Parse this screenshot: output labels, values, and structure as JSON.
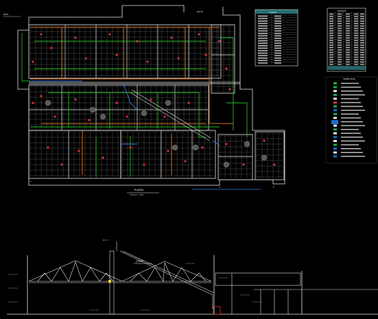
{
  "colors": {
    "background": "#000000",
    "outline": "#e8e8e8",
    "grid": "#7a7a7a",
    "duct_supply": "#20c020",
    "duct_return": "#e07020",
    "duct_cold": "#3a7fe0",
    "diffuser": "#e03030",
    "note": "#f0f0a0",
    "legend_header": "#1d6fd1",
    "legend_green": "#1fae4a",
    "cyan": "#4fd8e0"
  },
  "icons": {
    "diffuser": "red-dot-icon",
    "unit": "gray-circle-icon",
    "legend_swatch": "square-swatch-icon"
  },
  "labels": {
    "plan_title": "PLANTA",
    "plan_subtitle": "ESCALA 1:100",
    "section_title": "CORTE",
    "note_top_left": "NOTA",
    "note_top_center": "DUCTO",
    "elev_marker": "N.P.T.",
    "left_tag": "A",
    "right_tag": "B",
    "mid_tag": "C"
  },
  "schedule_table": {
    "title": "CUADRO",
    "rows": [
      "",
      "",
      "",
      "",
      "",
      "",
      "",
      "",
      "",
      "",
      "",
      "",
      "",
      "",
      "",
      "",
      "",
      "",
      "",
      ""
    ]
  },
  "equipment_table": {
    "title": "EQUIPOS",
    "rows": [
      "",
      "",
      "",
      "",
      "",
      "",
      "",
      "",
      "",
      "",
      "",
      "",
      "",
      "",
      "",
      "",
      "",
      "",
      "",
      "",
      "",
      ""
    ]
  },
  "legend": {
    "title": "SIMBOLOGIA",
    "items": [
      "",
      "",
      "",
      "",
      "",
      "",
      "",
      "",
      "",
      "",
      "",
      "",
      "",
      "",
      "",
      "",
      "",
      "",
      "",
      ""
    ]
  }
}
